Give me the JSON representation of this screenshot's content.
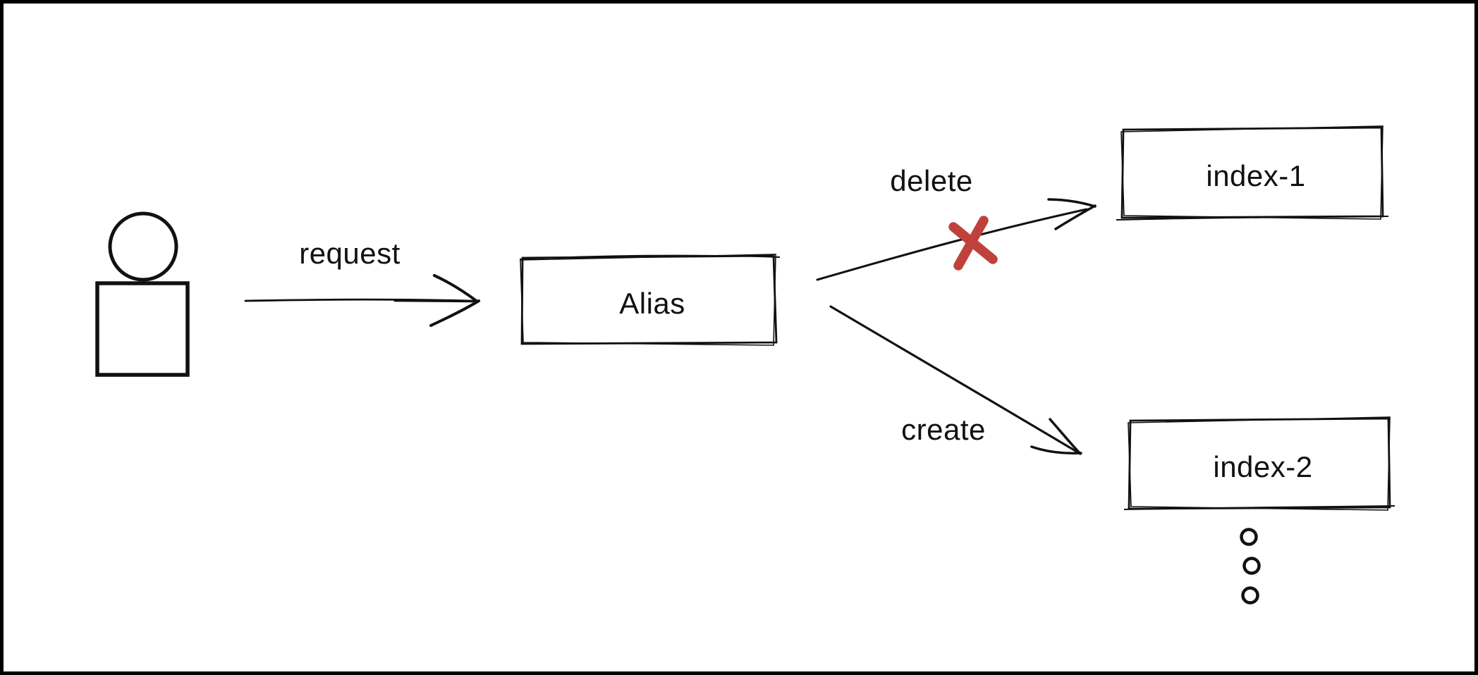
{
  "diagram": {
    "title": "alias index switch sketch",
    "style": "hand-drawn",
    "colors": {
      "background": "#ffffff",
      "frame_border": "#000000",
      "ink": "#111111",
      "error_red": "#c0413b"
    },
    "actor": {
      "name": "user",
      "shape": "circle head over square body"
    },
    "nodes": [
      {
        "id": "alias",
        "label": "Alias"
      },
      {
        "id": "index-1",
        "label": "index-1"
      },
      {
        "id": "index-2",
        "label": "index-2"
      }
    ],
    "edges": [
      {
        "from": "user",
        "to": "alias",
        "label": "request",
        "status": "active"
      },
      {
        "from": "alias",
        "to": "index-1",
        "label": "delete",
        "status": "crossed-out"
      },
      {
        "from": "alias",
        "to": "index-2",
        "label": "create",
        "status": "active"
      }
    ],
    "ellipsis": {
      "dot_count": 3,
      "meaning": "more indexes continue below index-2"
    }
  }
}
